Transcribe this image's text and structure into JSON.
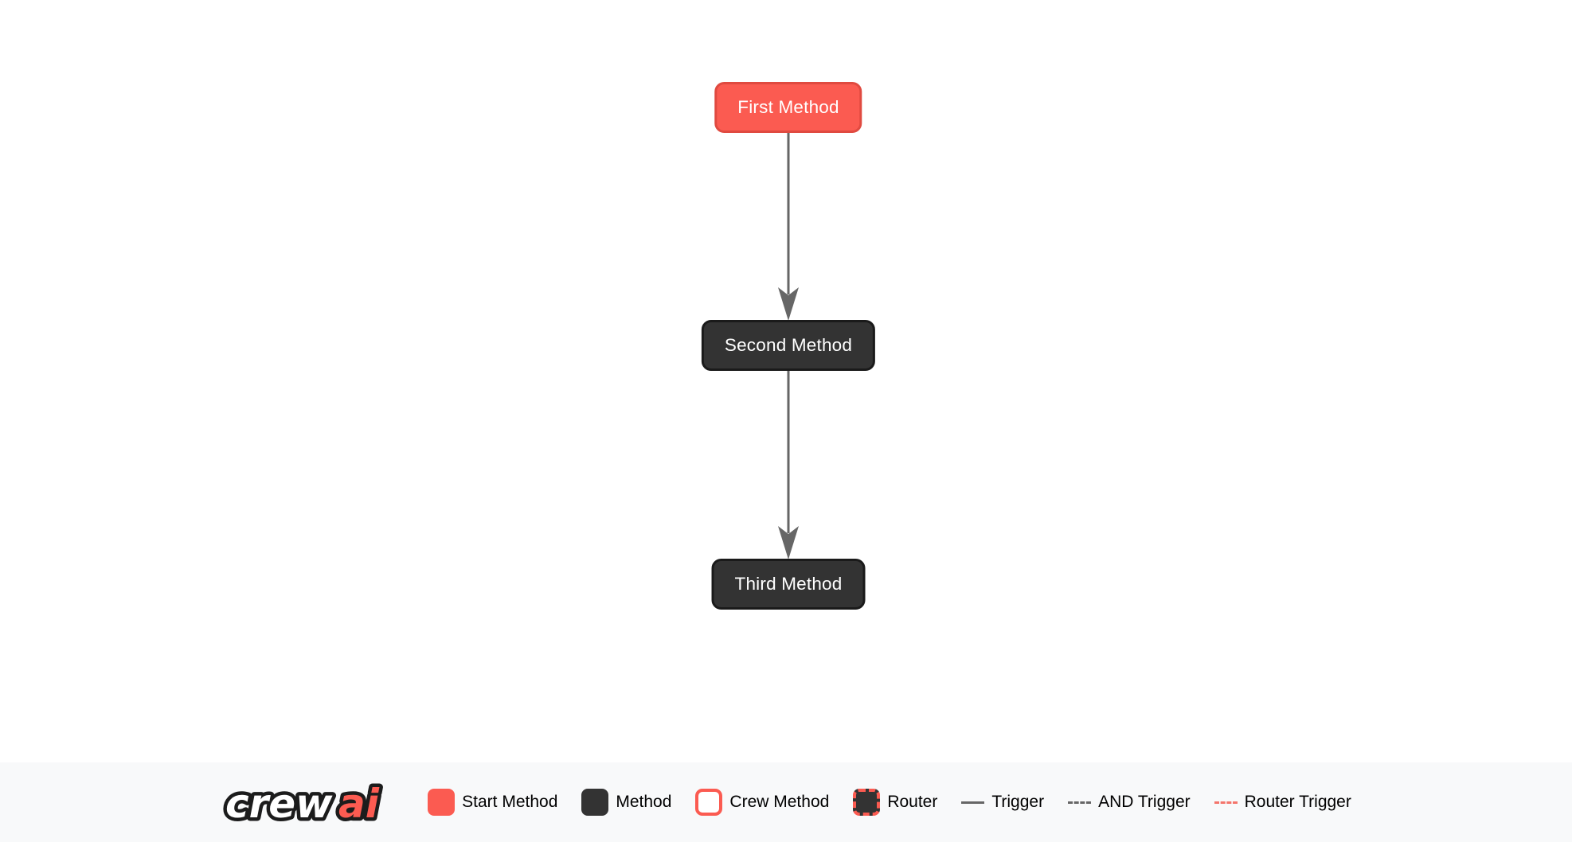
{
  "diagram": {
    "nodes": [
      {
        "label": "First Method",
        "type": "start-method"
      },
      {
        "label": "Second Method",
        "type": "method"
      },
      {
        "label": "Third Method",
        "type": "method"
      }
    ],
    "edges": [
      {
        "from": "First Method",
        "to": "Second Method",
        "type": "trigger"
      },
      {
        "from": "Second Method",
        "to": "Third Method",
        "type": "trigger"
      }
    ]
  },
  "footer": {
    "logo": {
      "primary": "crew",
      "accent": "ai"
    },
    "legend": [
      {
        "label": "Start Method",
        "swatch": "start-method-box"
      },
      {
        "label": "Method",
        "swatch": "method-box"
      },
      {
        "label": "Crew Method",
        "swatch": "crew-method-box"
      },
      {
        "label": "Router",
        "swatch": "router-box"
      },
      {
        "label": "Trigger",
        "swatch": "trigger-line"
      },
      {
        "label": "AND Trigger",
        "swatch": "and-trigger-line"
      },
      {
        "label": "Router Trigger",
        "swatch": "router-trigger-line"
      }
    ]
  },
  "colors": {
    "start_method_fill": "#FB5B51",
    "start_method_border": "#E04A40",
    "method_fill": "#333333",
    "method_border": "#1A1A1A",
    "trigger_line": "#666666",
    "router_trigger_line": "#F4756B",
    "footer_background": "#F8F9FA",
    "canvas_background": "#FFFFFF"
  }
}
